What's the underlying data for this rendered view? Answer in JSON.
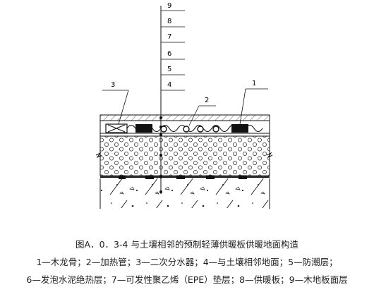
{
  "figure": {
    "caption_title": "图A．0．3-4 与土壤相邻的预制轻薄供暖板供暖地面构造",
    "legend_line1": "1—木龙骨；2—加热管；3—二次分水器；4—与土壤相邻地面；5—防潮层；",
    "legend_line2": "6—发泡水泥绝热层；7—可发性聚乙烯（EPE）垫层；8—供暖板；9—木地板面层",
    "layer_labels": [
      "9",
      "8",
      "7",
      "6",
      "5",
      "4"
    ],
    "callouts": {
      "c1": "1",
      "c2": "2",
      "c3": "3"
    }
  }
}
